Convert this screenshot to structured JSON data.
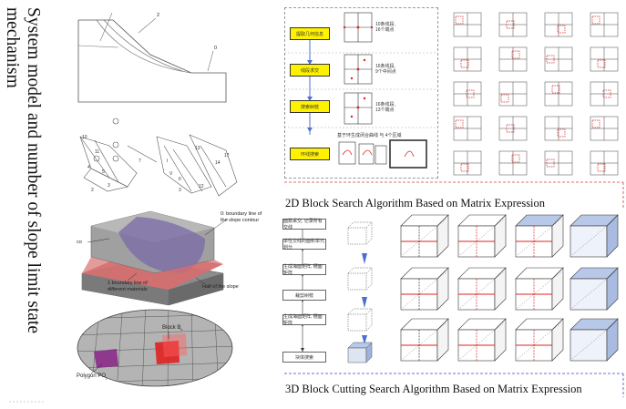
{
  "title_vertical": "System model and number of slope limit state mechanism",
  "captions": {
    "block2d": "2D Block Search Algorithm Based on Matrix Expression",
    "block3d": "3D Block Cutting Search Algorithm Based on Matrix Expression"
  },
  "slope_figure": {
    "label_2": "2",
    "label_0": "0"
  },
  "model3d_labels": {
    "boundary_contour": "0: boundary line of\nthe slope contour",
    "boundary_materials": "1 boundary line of\ndifferent materials",
    "half_slope": "Half of the slope",
    "co": "co"
  },
  "ellipse_labels": {
    "block": "Block B",
    "block_sub": "k",
    "polygon": "Polygon PO",
    "polygon_sub": "j"
  },
  "flow2d": {
    "steps": [
      "提取几何信息",
      "线段求交",
      "搜索树枝",
      "环线搜索"
    ],
    "notes": [
      "10条线段,\n16个端点",
      "16条线段,\n9个中间点",
      "16条线段,\n13个端点",
      "基于环生成闭合曲线 与 4个区域"
    ]
  },
  "flow3d": {
    "steps": [
      "面数采交, 记录所有交线",
      "单性交线的面积单元划分",
      "生成海面矩阵, 穗面矩阵",
      "裁剪树枝",
      "生成海面矩阵, 穗面矩阵",
      "块体搜索"
    ]
  },
  "colors": {
    "flow_box_yellow": "#fff200",
    "region_red": "#e02020",
    "polygon_purple": "#8a2a8a",
    "cube_blue": "#b8c8e8",
    "dash_red": "#d04040",
    "dash_blue": "#3a4ac0"
  }
}
